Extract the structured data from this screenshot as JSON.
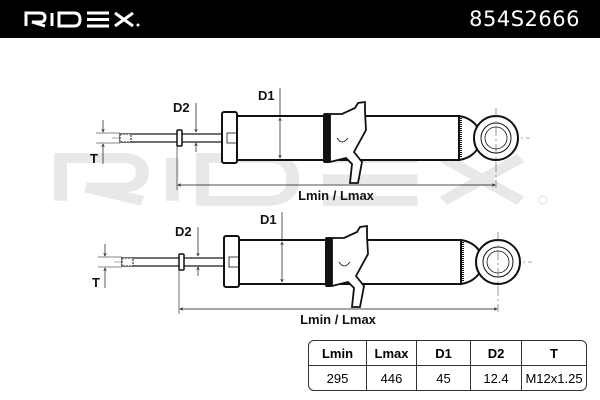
{
  "header": {
    "brand_logo": "RIDEX.",
    "part_number": "854S2666"
  },
  "watermark": "RIDEX",
  "drawings": [
    {
      "labels": {
        "d1": "D1",
        "d2": "D2",
        "t": "T",
        "length": "Lmin / Lmax"
      }
    },
    {
      "labels": {
        "d1": "D1",
        "d2": "D2",
        "t": "T",
        "length": "Lmin / Lmax"
      }
    }
  ],
  "spec_table": {
    "headers": [
      "Lmin",
      "Lmax",
      "D1",
      "D2",
      "T"
    ],
    "values": [
      "295",
      "446",
      "45",
      "12.4",
      "M12x1.25"
    ]
  },
  "colors": {
    "header_bg": "#000000",
    "line": "#111111",
    "watermark": "#e6e6e6"
  }
}
